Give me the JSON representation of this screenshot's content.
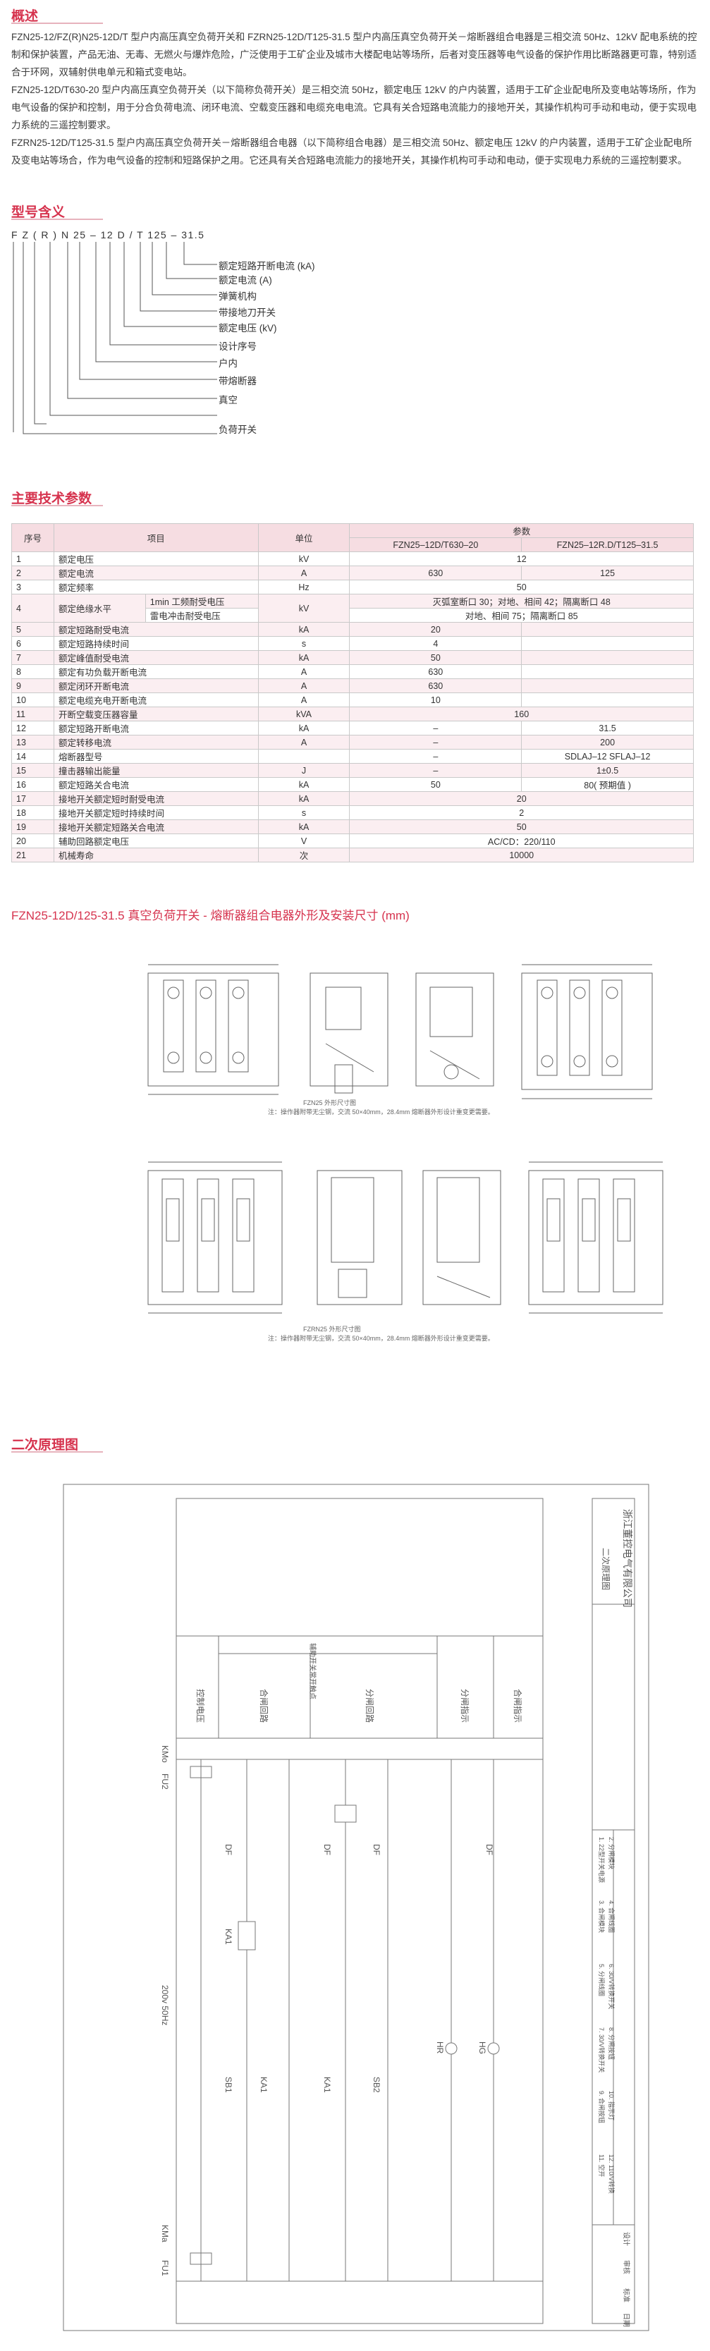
{
  "overview": {
    "title": "概述",
    "paragraphs": [
      "FZN25-12/FZ(R)N25-12D/T 型户内高压真空负荷开关和 FZRN25-12D/T125-31.5 型户内高压真空负荷开关－熔断器组合电器是三相交流 50Hz、12kV 配电系统的控制和保护装置，产品无油、无毒、无燃火与爆炸危险，广泛使用于工矿企业及城市大楼配电站等场所，后者对变压器等电气设备的保护作用比断路器更可靠，特别适合于环网，双辅射供电单元和箱式变电站。",
      "FZN25-12D/T630-20 型户内高压真空负荷开关（以下简称负荷开关）是三相交流 50Hz，额定电压 12kV 的户内装置，适用于工矿企业配电所及变电站等场所，作为电气设备的保护和控制，用于分合负荷电流、闭环电流、空载变压器和电缆充电电流。它具有关合短路电流能力的接地开关，其操作机构可手动和电动，便于实现电力系统的三遥控制要求。",
      "FZRN25-12D/T125-31.5 型户内高压真空负荷开关－熔断器组合电器（以下简称组合电器）是三相交流 50Hz、额定电压 12kV 的户内装置，适用于工矿企业配电所及变电站等场合，作为电气设备的控制和短路保护之用。它还具有关合短路电流能力的接地开关，其操作机构可手动和电动，便于实现电力系统的三遥控制要求。"
    ]
  },
  "model": {
    "title": "型号含义",
    "code": "F Z ( R ) N 25 – 12 D / T 125 – 31.5",
    "meanings": [
      "额定短路开断电流 (kA)",
      "额定电流 (A)",
      "弹簧机构",
      "带接地刀开关",
      "额定电压 (kV)",
      "设计序号",
      "户内",
      "带熔断器",
      "真空",
      "负荷开关"
    ]
  },
  "specs": {
    "title": "主要技术参数",
    "headers": {
      "no": "序号",
      "item": "项目",
      "unit": "单位",
      "params": "参数",
      "model_a": "FZN25–12D/T630–20",
      "model_b": "FZN25–12R.D/T125–31.5"
    },
    "rows": [
      {
        "no": "1",
        "item": "额定电压",
        "unit": "kV",
        "merged": "12"
      },
      {
        "no": "2",
        "item": "额定电流",
        "unit": "A",
        "a": "630",
        "b": "125"
      },
      {
        "no": "3",
        "item": "额定频率",
        "unit": "Hz",
        "merged": "50"
      },
      {
        "no": "5",
        "item": "额定短路耐受电流",
        "unit": "kA",
        "a": "20",
        "b": ""
      },
      {
        "no": "6",
        "item": "额定短路持续时间",
        "unit": "s",
        "a": "4",
        "b": ""
      },
      {
        "no": "7",
        "item": "额定峰值耐受电流",
        "unit": "kA",
        "a": "50",
        "b": ""
      },
      {
        "no": "8",
        "item": "额定有功负载开断电流",
        "unit": "A",
        "a": "630",
        "b": ""
      },
      {
        "no": "9",
        "item": "额定闭环开断电流",
        "unit": "A",
        "a": "630",
        "b": ""
      },
      {
        "no": "10",
        "item": "额定电缆充电开断电流",
        "unit": "A",
        "a": "10",
        "b": ""
      },
      {
        "no": "11",
        "item": "开断空载变压器容量",
        "unit": "kVA",
        "merged": "160"
      },
      {
        "no": "12",
        "item": "额定短路开断电流",
        "unit": "kA",
        "a": "–",
        "b": "31.5"
      },
      {
        "no": "13",
        "item": "额定转移电流",
        "unit": "A",
        "a": "–",
        "b": "200"
      },
      {
        "no": "14",
        "item": "熔断器型号",
        "unit": "",
        "a": "–",
        "b": "SDLAJ–12 SFLAJ–12"
      },
      {
        "no": "15",
        "item": "撞击器输出能量",
        "unit": "J",
        "a": "–",
        "b": "1±0.5"
      },
      {
        "no": "16",
        "item": "额定短路关合电流",
        "unit": "kA",
        "a": "50",
        "b": "80( 预期值 )"
      },
      {
        "no": "17",
        "item": "接地开关额定短时耐受电流",
        "unit": "kA",
        "merged": "20"
      },
      {
        "no": "18",
        "item": "接地开关额定短时持续时间",
        "unit": "s",
        "merged": "2"
      },
      {
        "no": "19",
        "item": "接地开关额定短路关合电流",
        "unit": "kA",
        "merged": "50"
      },
      {
        "no": "20",
        "item": "辅助回路额定电压",
        "unit": "V",
        "merged": "AC/CD：220/110"
      },
      {
        "no": "21",
        "item": "机械寿命",
        "unit": "次",
        "merged": "10000"
      }
    ],
    "row4": {
      "no": "4",
      "item": "额定绝缘水平",
      "sub1": "1min 工频耐受电压",
      "sub2": "雷电冲击耐受电压",
      "unit": "kV",
      "val1": "灭弧室断口 30；对地、相间 42；隔离断口 48",
      "val2": "对地、相间 75；隔离断口 85"
    }
  },
  "outline": {
    "title": "FZN25-12D/125-31.5 真空负荷开关 - 熔断器组合电器外形及安装尺寸 (mm)",
    "note1": "注：操作器附带无尘钢，交流 50×40mm，28.4mm 熔断器外形设计重变更需要。",
    "note2": "注：操作器附带无尘钢，交流 50×40mm，28.4mm 熔断器外形设计重变更需要。",
    "cap1": "FZN25 外形尺寸图",
    "cap2": "FZRN25 外形尺寸图"
  },
  "schematic": {
    "title": "二次原理图",
    "company": "浙江董控电气有限公司",
    "drawing_name": "二次原理图",
    "top_labels": [
      "控制电压",
      "合闸回路",
      "分闸回路",
      "分闸指示",
      "合闸指示"
    ],
    "header_note": "辅助开关常开触点",
    "left_labels": [
      "KMo",
      "FU2",
      "200v 50Hz",
      "KMa",
      "FU1"
    ],
    "components": [
      "DF",
      "DF",
      "DF",
      "DF",
      "KA1",
      "SB1",
      "KA1",
      "KA1",
      "SB2",
      "HR",
      "HG"
    ],
    "legend": [
      "1. 22型开关电源",
      "2. 分闸模块",
      "3. 合闸模块",
      "4. 合闸线圈",
      "5. 分闸线圈",
      "6. 30/V转换开关",
      "7. 30/V转换开关",
      "8. 分闸按钮",
      "9. 合闸按钮",
      "10. 指示灯",
      "11. 空开",
      "12. 110/V转换"
    ],
    "title_block": [
      "设计",
      "审核",
      "标准",
      "日期"
    ]
  },
  "colors": {
    "accent": "#d6334e",
    "header_bg": "#f6dde2",
    "zebra": "#fbeef1"
  }
}
